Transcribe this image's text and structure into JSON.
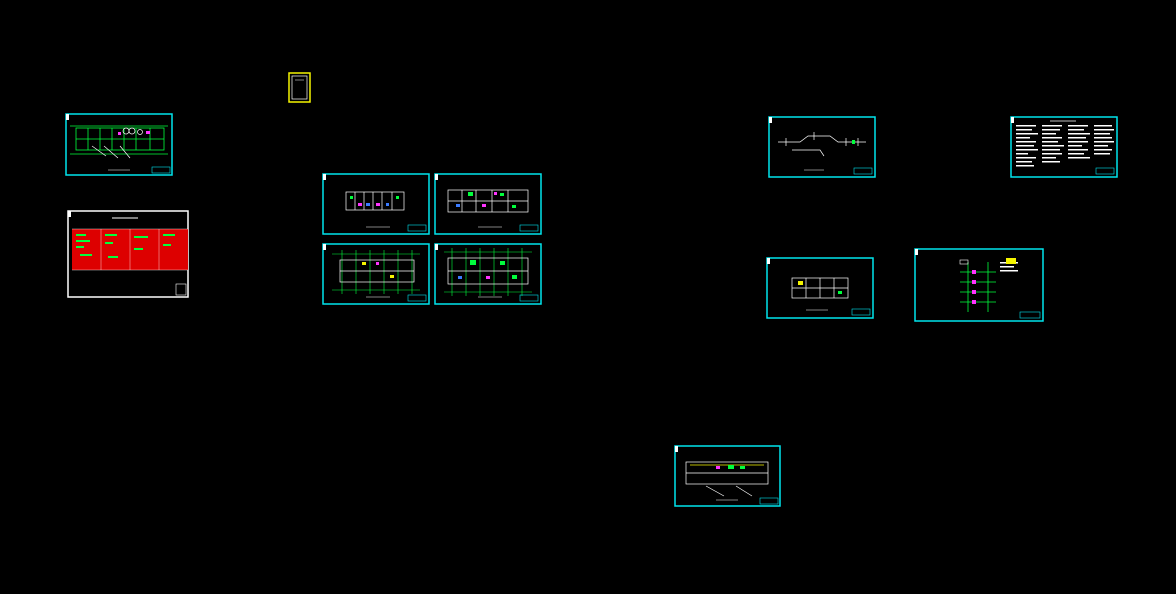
{
  "viewport": {
    "background": "#000000"
  },
  "colors": {
    "frame": "#00e5ee",
    "white": "#ffffff",
    "yellow": "#f5f500",
    "green": "#00ff3c",
    "red": "#dd0000",
    "magenta": "#ff33ff",
    "blue": "#3a7bff"
  },
  "drawings": [
    {
      "id": "first-floor-plan",
      "kind": "floor-plan-long"
    },
    {
      "id": "notes-table-red",
      "kind": "table-red"
    },
    {
      "id": "cover-sheet",
      "kind": "cover"
    },
    {
      "id": "plan-1",
      "kind": "floor-plan"
    },
    {
      "id": "plan-2",
      "kind": "floor-plan"
    },
    {
      "id": "plan-3",
      "kind": "floor-plan-grid"
    },
    {
      "id": "plan-4",
      "kind": "floor-plan-grid"
    },
    {
      "id": "pipe-diagram",
      "kind": "line-diagram"
    },
    {
      "id": "design-notes-text",
      "kind": "text-sheet"
    },
    {
      "id": "small-floor-plan",
      "kind": "floor-plan-small"
    },
    {
      "id": "riser-diagram",
      "kind": "riser"
    },
    {
      "id": "roof-plan",
      "kind": "floor-plan-long"
    }
  ]
}
